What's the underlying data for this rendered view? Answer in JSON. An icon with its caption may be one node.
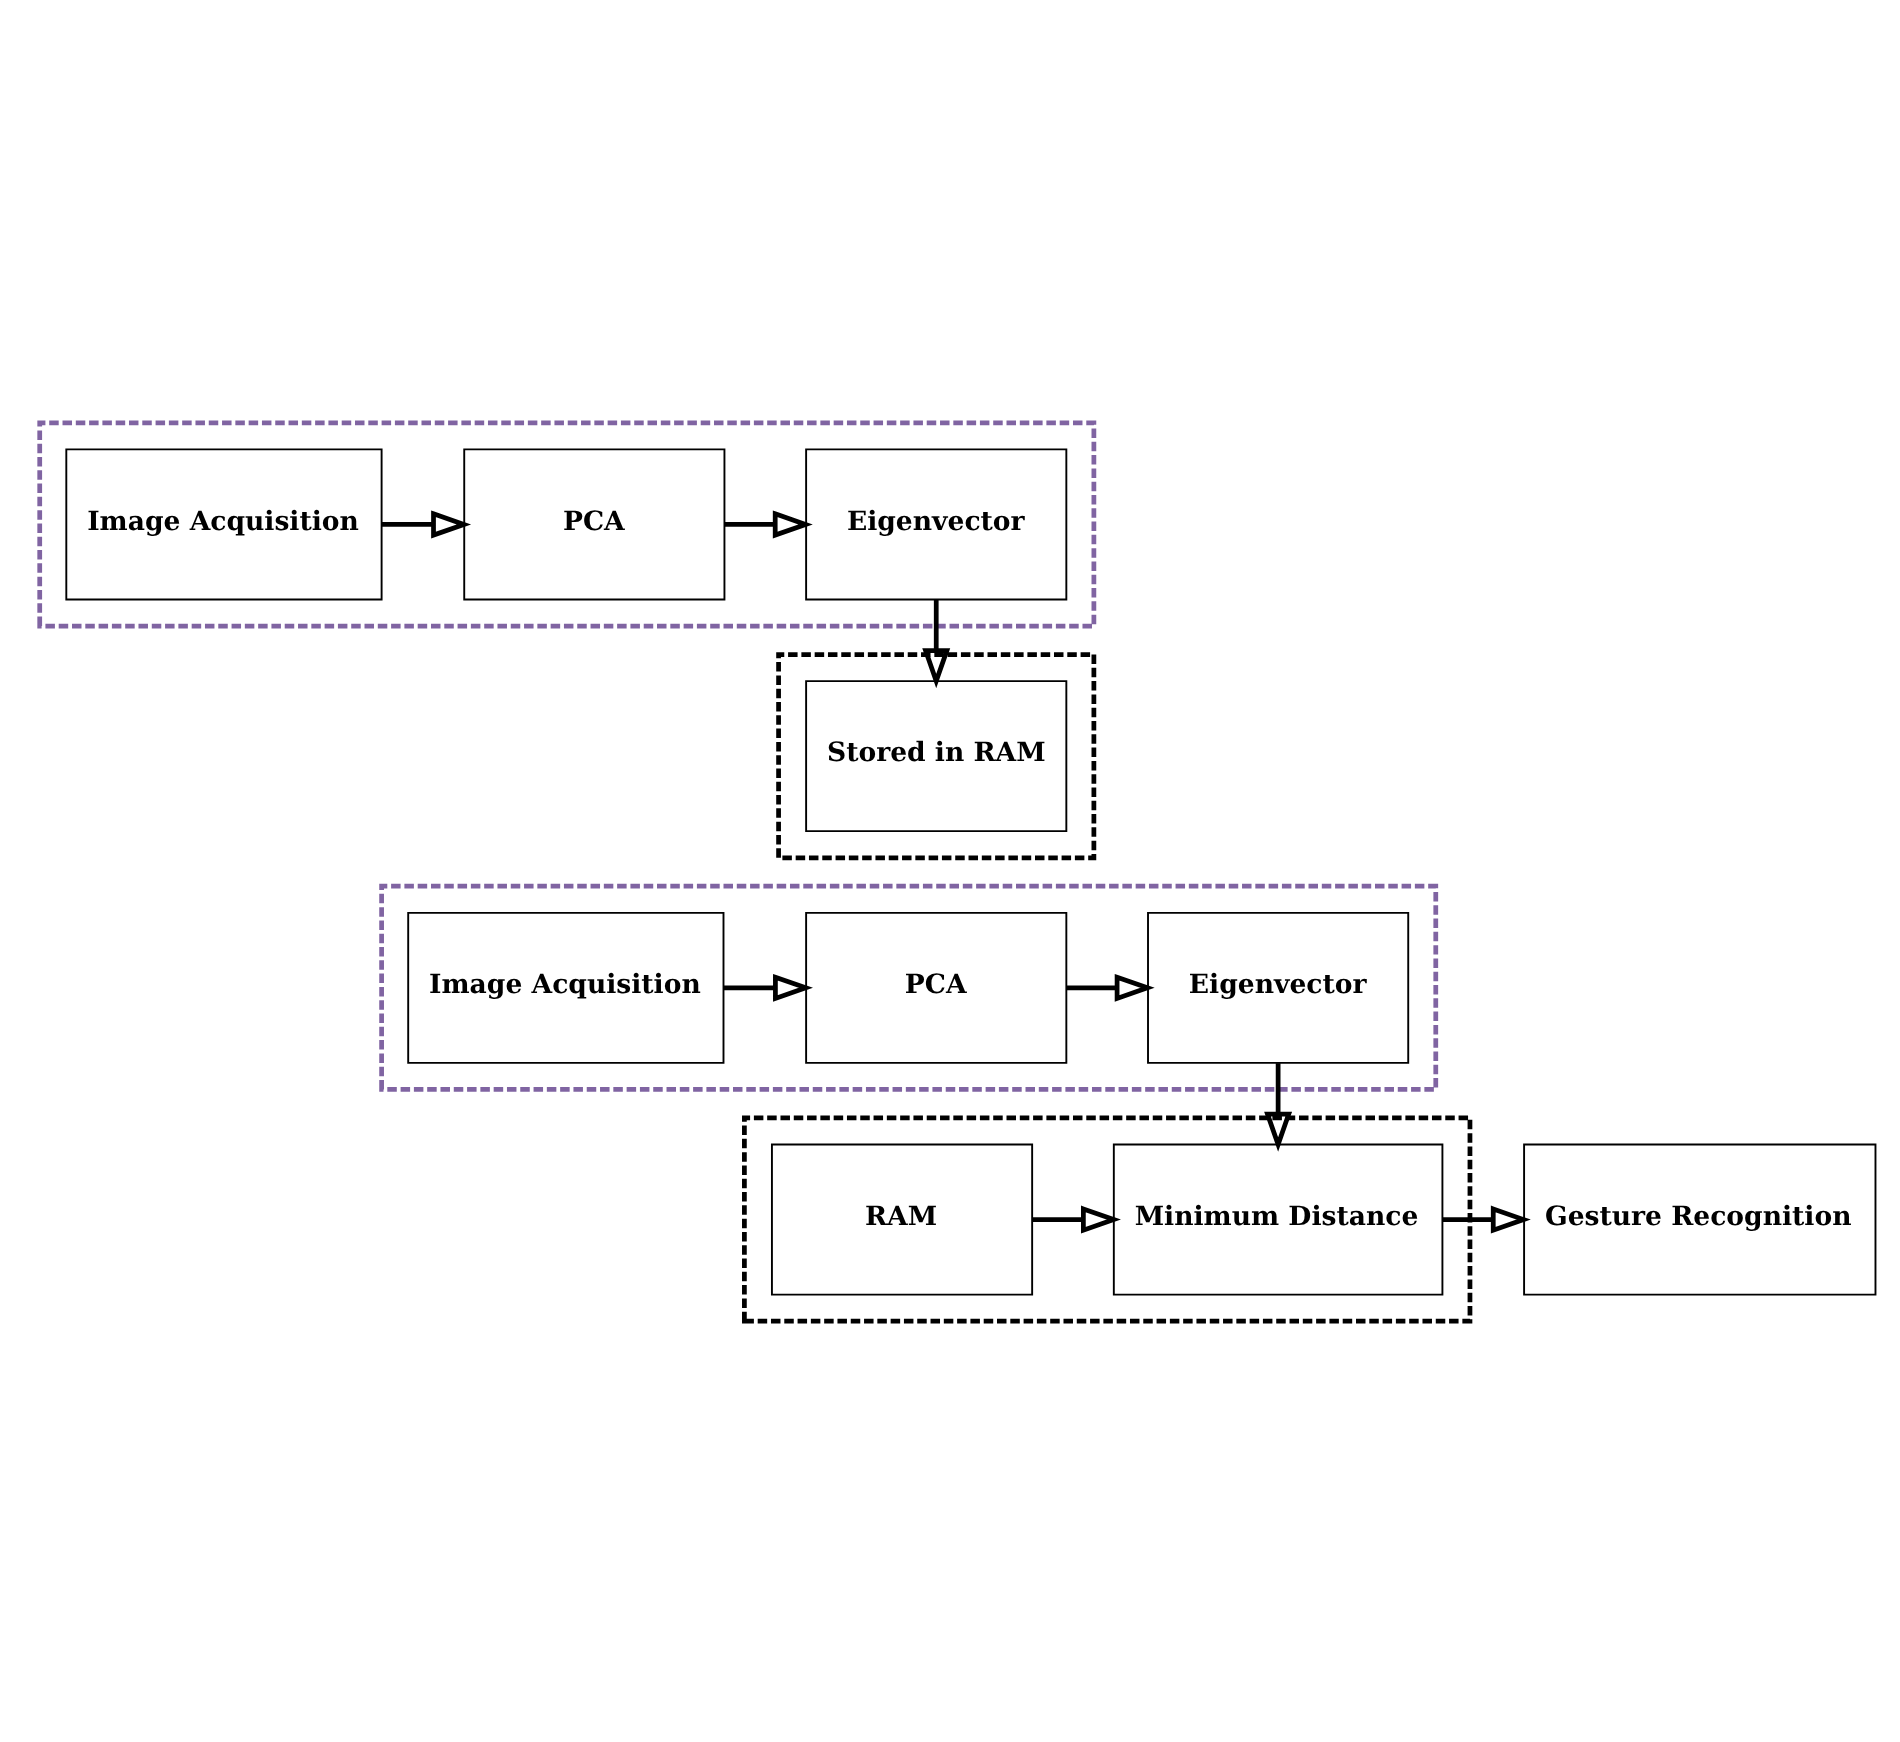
{
  "diagram": {
    "nodes": [
      {
        "text": [],
        "shape": "box"
      },
      {
        "text": [
          "Image Acquisition"
        ],
        "in": 0
      },
      {
        "text": [
          "PCA"
        ],
        "in": 0
      },
      {
        "text": [
          "Eigenvector"
        ],
        "in": 0
      },
      {
        "text": [],
        "shape": "box"
      },
      {
        "text": [
          "Stored in RAM"
        ],
        "in": 4
      },
      {
        "text": [],
        "shape": "box"
      },
      {
        "text": [
          "Image Acquisition"
        ],
        "in": 6
      },
      {
        "text": [
          "PCA"
        ],
        "in": 6
      },
      {
        "text": [
          "Eigenvector"
        ],
        "in": 6
      },
      {
        "text": [
          "Gesture Recognition"
        ]
      },
      {
        "text": [],
        "shape": "box"
      },
      {
        "text": [
          "Minimum Distance"
        ],
        "in": 11
      },
      {
        "text": [
          "RAM"
        ],
        "in": 11
      }
    ],
    "edges": [
      {
        "from": 1,
        "to": 2,
        "arrow": "to"
      },
      {
        "from": 2,
        "to": 3,
        "arrow": "to"
      },
      {
        "from": 3,
        "to": 5,
        "arrow": "to"
      },
      {
        "from": 7,
        "to": 8,
        "arrow": "to"
      },
      {
        "from": 8,
        "to": 9,
        "arrow": "to"
      },
      {
        "from": 9,
        "to": 12,
        "arrow": "to"
      },
      {
        "from": 12,
        "to": 10,
        "arrow": "to"
      },
      {
        "from": 13,
        "to": 12,
        "arrow": "to"
      }
    ]
  }
}
